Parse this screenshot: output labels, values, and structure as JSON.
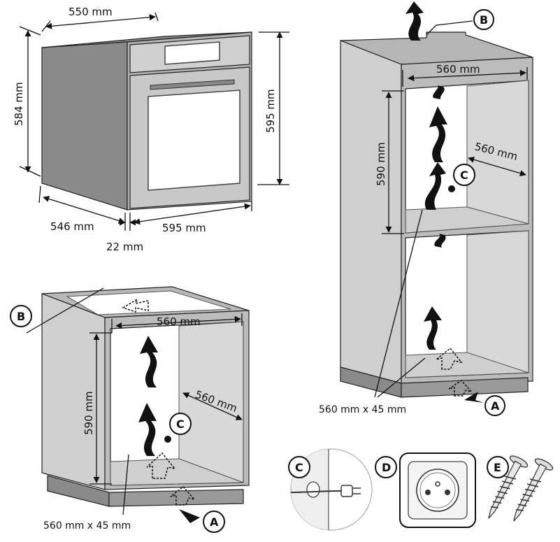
{
  "oven": {
    "depth_label": "550 mm",
    "height_label": "584 mm",
    "front_height_label": "595 mm",
    "body_depth_label": "546 mm",
    "width_label": "595 mm",
    "door_label": "22 mm"
  },
  "tall_cabinet": {
    "width_label": "560 mm",
    "height_label": "590 mm",
    "depth_label": "560 mm",
    "vent_label": "560 mm x 45 mm"
  },
  "base_cabinet": {
    "width_label": "560 mm",
    "height_label": "590 mm",
    "depth_label": "560 mm",
    "vent_label": "560 mm x 45 mm"
  },
  "callouts": {
    "a": "A",
    "b": "B",
    "c": "C",
    "d": "D",
    "e": "E"
  }
}
